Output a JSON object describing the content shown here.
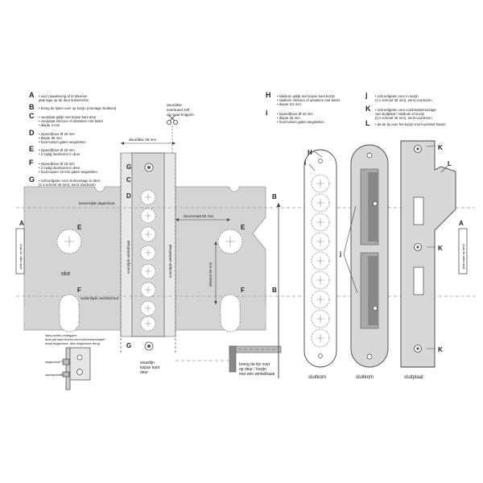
{
  "legend": {
    "A": [
      "• voor nauwkeurig af te tekenen",
      "plak tape op de deur links/rechts"
    ],
    "B": [
      "• breng de lijnen over op kozijn (montage sluitkom)"
    ],
    "C": [
      "• voorplaat gelijk met kopse kant deur",
      "• voorplaat infrezen of uitsteken met beitel",
      "• diepte 4 mm"
    ],
    "D": [
      "• (speed)boor Ø 18 mm",
      "• diepte 85 mm",
      "• hout tussen gaten wegsteken"
    ],
    "E": [
      "• (speed)boor Ø 18 mm",
      "• 2-zijdig doorboren in deur"
    ],
    "F": [
      "• (speed)boor Ø 18 mm",
      "• 2-zijdig doorboren in deur",
      "• hout tussen 18 mm gaten wegsteken"
    ],
    "G": [
      "• schroefgaten voor slotmontage in deur",
      "(2 x schroef 40 mm), eerst voorboren"
    ],
    "H": [
      "• sluitkom gelijk met kopse kant kozijn",
      "• sluitkom infrezen of uitsteken met beitel",
      "• diepte 8,5 mm"
    ],
    "I": [
      "• (speed)boor Ø 22 mm",
      "• diepte 25 mm",
      "• hout tussen gaten wegsteken"
    ],
    "J": [
      "• schroefgaten voor in kozijn",
      "(2 x schroef 35 mm), eerst voorboren"
    ],
    "K": [
      "• schroefgaten voor combinatiemontage",
      "van sluitplaat / sluitkom in kozijn",
      "(3 x schroef 45 mm), eerst voorboren"
    ],
    "L": [
      "• da de lip over het kozijn met kunststof hamer"
    ]
  },
  "keys": {
    "A": "A",
    "B": "B",
    "C": "C",
    "D": "D",
    "E": "E",
    "F": "F",
    "G": "G",
    "H": "H",
    "I": "i",
    "J": "j",
    "K": "K",
    "L": "L"
  },
  "labels": {
    "deurdikte_note": [
      "deurdikte",
      "eventueel zelf",
      "op maat knippen"
    ],
    "deurdikte": "deurdikte 38 mm",
    "bovenzijde": "bovenzijde dagschoot",
    "onderzijde": "onderzijde nachtschoot",
    "doornmaat": "doornmaat 50 mm",
    "afstand": "afstand 55 mm",
    "voorzijde_links": "voorzijde winkelhaal",
    "voorzijde_rechts": "voorzijde winkelhaal",
    "slot": "slot",
    "plak_tape": "plak tape op deur",
    "vouwlijn": [
      "vouwlijn",
      "kopse kant",
      "deur"
    ],
    "links_rechts": [
      "links-rechts omleggen:",
      "duw pal naar boven met schroevendraaier",
      "draai dagschoot, duw dagschoot terug"
    ],
    "dagschoot": "dagschoot",
    "nachtschoot": "nachtschoot",
    "breng_lijn": [
      "breng de lijn over",
      "op deur / kozijn",
      "met een winkelhaak"
    ],
    "sluitkom": "sluitkom",
    "sluitkom2": "sluitkom",
    "sluitplaat": "sluitplaat"
  }
}
